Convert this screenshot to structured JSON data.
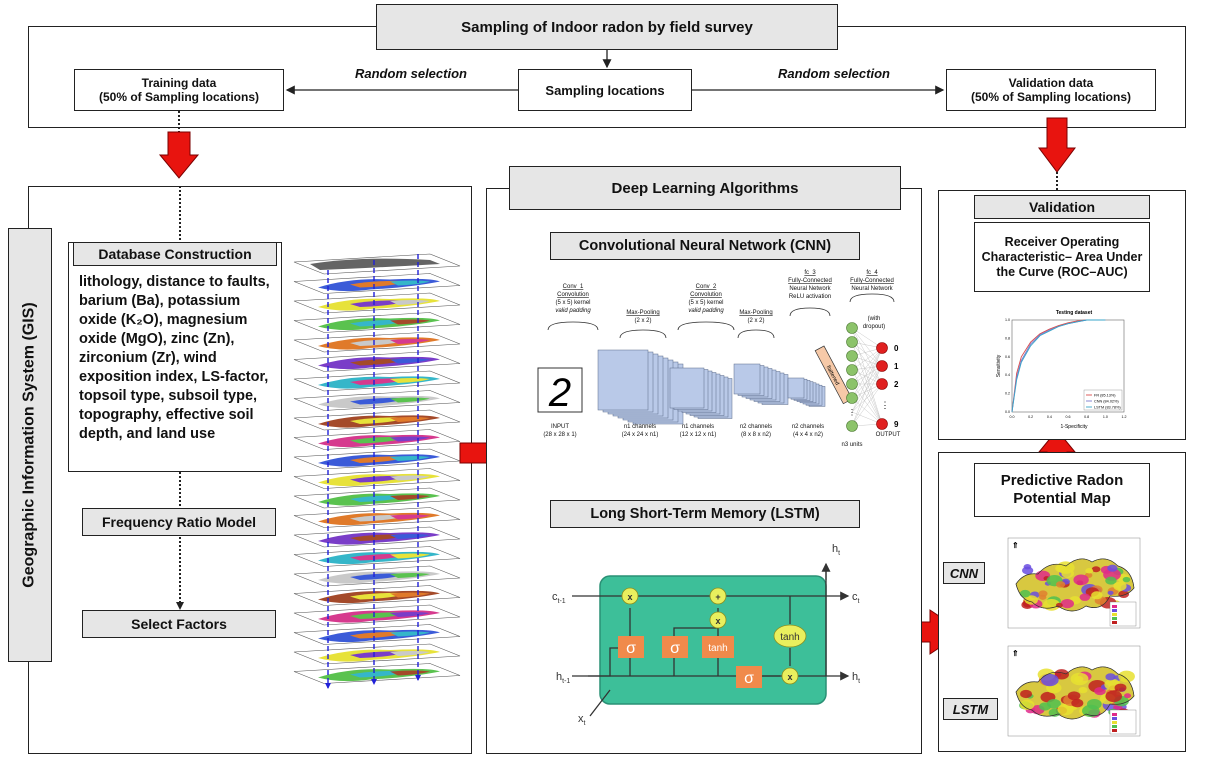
{
  "top": {
    "title": "Sampling of Indoor radon by  field survey",
    "training": "Training data",
    "training_sub": "(50% of Sampling locations)",
    "random_left": "Random selection",
    "sampling_locations": "Sampling locations",
    "random_right": "Random selection",
    "validation": "Validation data",
    "validation_sub": "(50% of Sampling locations)"
  },
  "gis": {
    "vertical_label": "Geographic Information System (GIS)",
    "db_title": "Database Construction",
    "factors_text": "lithology, distance to faults, barium (Ba), potassium oxide (K₂O), magnesium oxide (MgO), zinc (Zn), zirconium (Zr), wind exposition index, LS-factor, topsoil type, subsoil type, topography, effective soil depth, and land use",
    "fr_model": "Frequency Ratio Model",
    "select_factors": "Select Factors"
  },
  "deep": {
    "title": "Deep Learning Algorithms",
    "cnn_title": "Convolutional Neural Network (CNN)",
    "lstm_title": "Long Short-Term Memory (LSTM)",
    "cnn_diagram": {
      "conv1": [
        "Conv_1",
        "Convolution",
        "(5 x 5) kernel",
        "valid padding"
      ],
      "pool1": [
        "Max-Pooling",
        "(2 x 2)"
      ],
      "conv2": [
        "Conv_2",
        "Convolution",
        "(5 x 5) kernel",
        "valid padding"
      ],
      "pool2": [
        "Max-Pooling",
        "(2 x 2)"
      ],
      "fc3": [
        "fc_3",
        "Fully-Connected",
        "Neural Network",
        "ReLU activation"
      ],
      "fc4": [
        "fc_4",
        "Fully-Connected",
        "Neural Network"
      ],
      "dropout": [
        "(with",
        "dropout)"
      ],
      "input_label": [
        "INPUT",
        "(28 x 28 x 1)"
      ],
      "n1a": [
        "n1 channels",
        "(24 x 24 x n1)"
      ],
      "n1b": [
        "n1 channels",
        "(12 x 12 x n1)"
      ],
      "n2a": [
        "n2 channels",
        "(8 x 8 x n2)"
      ],
      "n2b": [
        "n2 channels",
        "(4 x 4 x n2)"
      ],
      "flattened": "flattened",
      "n3": "n3 units",
      "output_label": "OUTPUT",
      "outputs": [
        "0",
        "1",
        "2",
        "9"
      ],
      "input_digit": "2"
    },
    "lstm_diagram": {
      "c_prev": "c",
      "c_prev_sub": "t-1",
      "c_next": "c",
      "c_next_sub": "t",
      "h_prev": "h",
      "h_prev_sub": "t-1",
      "h_next": "h",
      "h_next_sub": "t",
      "h_top": "h",
      "h_top_sub": "t",
      "x_in": "x",
      "x_in_sub": "t",
      "sigma": "σ",
      "tanh": "tanh",
      "times": "x",
      "plus": "+"
    }
  },
  "validation": {
    "title": "Validation",
    "roc_text": "Receiver Operating Characteristic– Area Under the Curve (ROC–AUC)",
    "chart_title": "Testing dataset",
    "xlabel": "1-Specificity",
    "ylabel": "Sensitivity",
    "legend": [
      "FR (85.13%)",
      "CNN (84.02%)",
      "LSTM (83.78%)"
    ]
  },
  "predictive": {
    "title": "Predictive Radon Potential Map",
    "cnn_label": "CNN",
    "lstm_label": "LSTM"
  },
  "colors": {
    "arrow_red": "#e8140f",
    "lstm_green": "#3dbf99",
    "gate_orange": "#f08a4b",
    "op_yellow": "#e9ef5e",
    "cnn_node_green": "#8cc36a",
    "cnn_output_red": "#e02020",
    "box_gray": "#e6e6e6"
  },
  "chart_data": {
    "type": "line",
    "title": "Testing dataset",
    "xlabel": "1-Specificity",
    "ylabel": "Sensitivity",
    "xlim": [
      0,
      1.2
    ],
    "ylim": [
      0,
      1.0
    ],
    "series": [
      {
        "name": "FR (85.13%)",
        "x": [
          0,
          0.05,
          0.1,
          0.2,
          0.3,
          0.4,
          0.5,
          0.6,
          0.7,
          0.8,
          1.0
        ],
        "y": [
          0,
          0.42,
          0.6,
          0.76,
          0.85,
          0.9,
          0.94,
          0.97,
          0.99,
          1.0,
          1.0
        ]
      },
      {
        "name": "CNN (84.02%)",
        "x": [
          0,
          0.05,
          0.1,
          0.2,
          0.3,
          0.4,
          0.5,
          0.6,
          0.7,
          0.8,
          1.0
        ],
        "y": [
          0,
          0.38,
          0.56,
          0.74,
          0.84,
          0.89,
          0.93,
          0.96,
          0.98,
          1.0,
          1.0
        ]
      },
      {
        "name": "LSTM (83.78%)",
        "x": [
          0,
          0.05,
          0.1,
          0.2,
          0.3,
          0.4,
          0.5,
          0.6,
          0.7,
          0.8,
          1.0
        ],
        "y": [
          0,
          0.35,
          0.54,
          0.72,
          0.83,
          0.88,
          0.93,
          0.96,
          0.98,
          1.0,
          1.0
        ]
      }
    ],
    "colors": [
      "#d94c4c",
      "#7a7acf",
      "#3aa4c8"
    ],
    "grid": false,
    "legend_position": "bottom-right"
  }
}
